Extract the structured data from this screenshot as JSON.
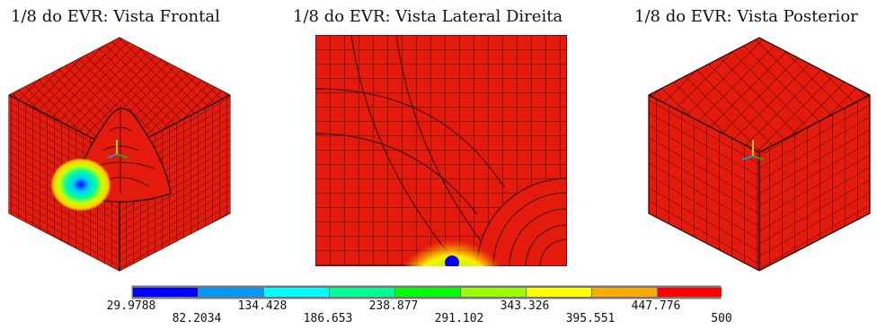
{
  "titles": {
    "front": "1/8 do EVR: Vista Frontal",
    "right": "1/8 do EVR: Vista Lateral Direita",
    "back": "1/8 do EVR: Vista Posterior"
  },
  "colors": {
    "mesh_red": "#e41a0c",
    "mesh_line": "#1a0000",
    "palette": [
      "#0000ff",
      "#0099ff",
      "#00ffff",
      "#00ff99",
      "#00ff00",
      "#99ff00",
      "#ffff00",
      "#ffaa00",
      "#ff0000"
    ]
  },
  "legend": {
    "values_top": [
      "29.9788",
      "134.428",
      "238.877",
      "343.326",
      "447.776"
    ],
    "values_bottom": [
      "82.2034",
      "186.653",
      "291.102",
      "395.551",
      "500"
    ]
  }
}
